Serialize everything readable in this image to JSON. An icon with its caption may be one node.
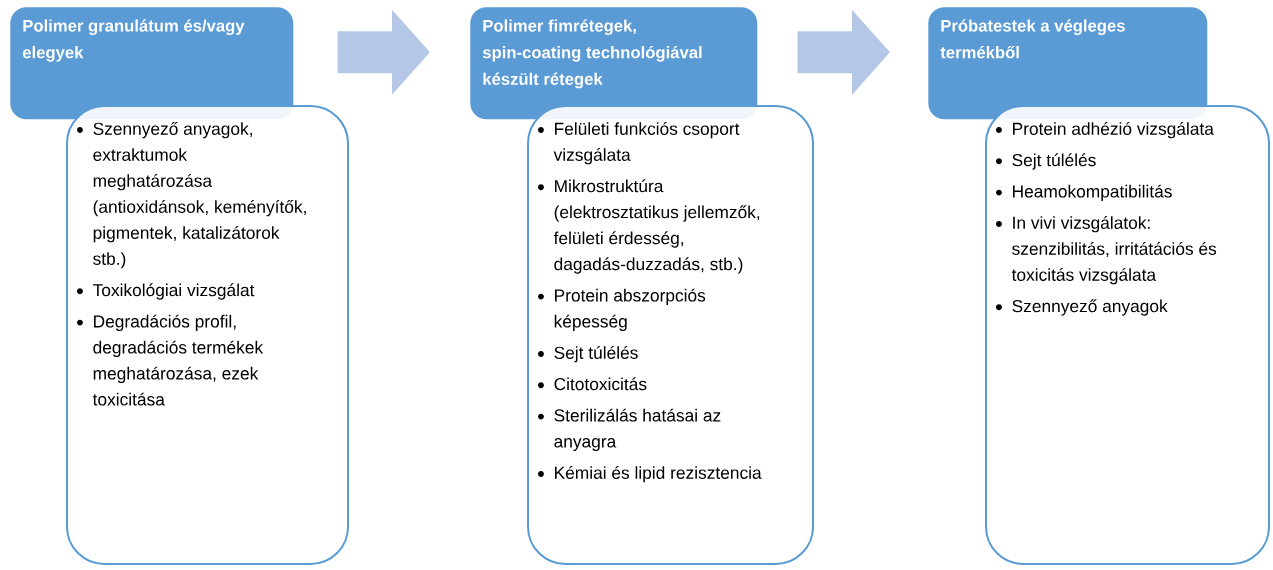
{
  "diagram": {
    "nodes": [
      {
        "text": [
          "Polimer granulátum és/vagy elegyek"
        ]
      },
      {
        "text": [
          "Szennyező anyagok, extraktumok meghatározása (antioxidánsok, keményítők, pigmentek, katalizátorok stb.)",
          "Toxikológiai vizsgálat",
          "Degradációs profil, degradációs termékek meghatározása, ezek toxicitása"
        ]
      },
      {
        "text": [
          "Polimer fimrétegek, spin-coating technológiával készült rétegek"
        ]
      },
      {
        "text": [
          "Felületi funkciós csoport vizsgálata",
          "Mikrostruktúra (elektrosztatikus jellemzők, felületi érdesség, dagadás-duzzadás, stb.)",
          "Protein abszorpciós képesség",
          "Sejt túlélés",
          "Citotoxicitás",
          "Sterilizálás hatásai az anyagra",
          "Kémiai és lipid rezisztencia"
        ]
      },
      {
        "text": [
          "Próbatestek a végleges termékből"
        ]
      },
      {
        "text": [
          "Protein adhézió vizsgálata",
          "Sejt túlélés",
          "Heamokompatibilitás",
          "In vivi vizsgálatok: szenzibilitás, irritátációs és toxicitás vizsgálata",
          "Szennyező anyagok"
        ]
      }
    ],
    "edges": [
      {
        "from": 0,
        "to": 2,
        "arrow": "to"
      },
      {
        "from": 2,
        "to": 4,
        "arrow": "to"
      }
    ]
  }
}
